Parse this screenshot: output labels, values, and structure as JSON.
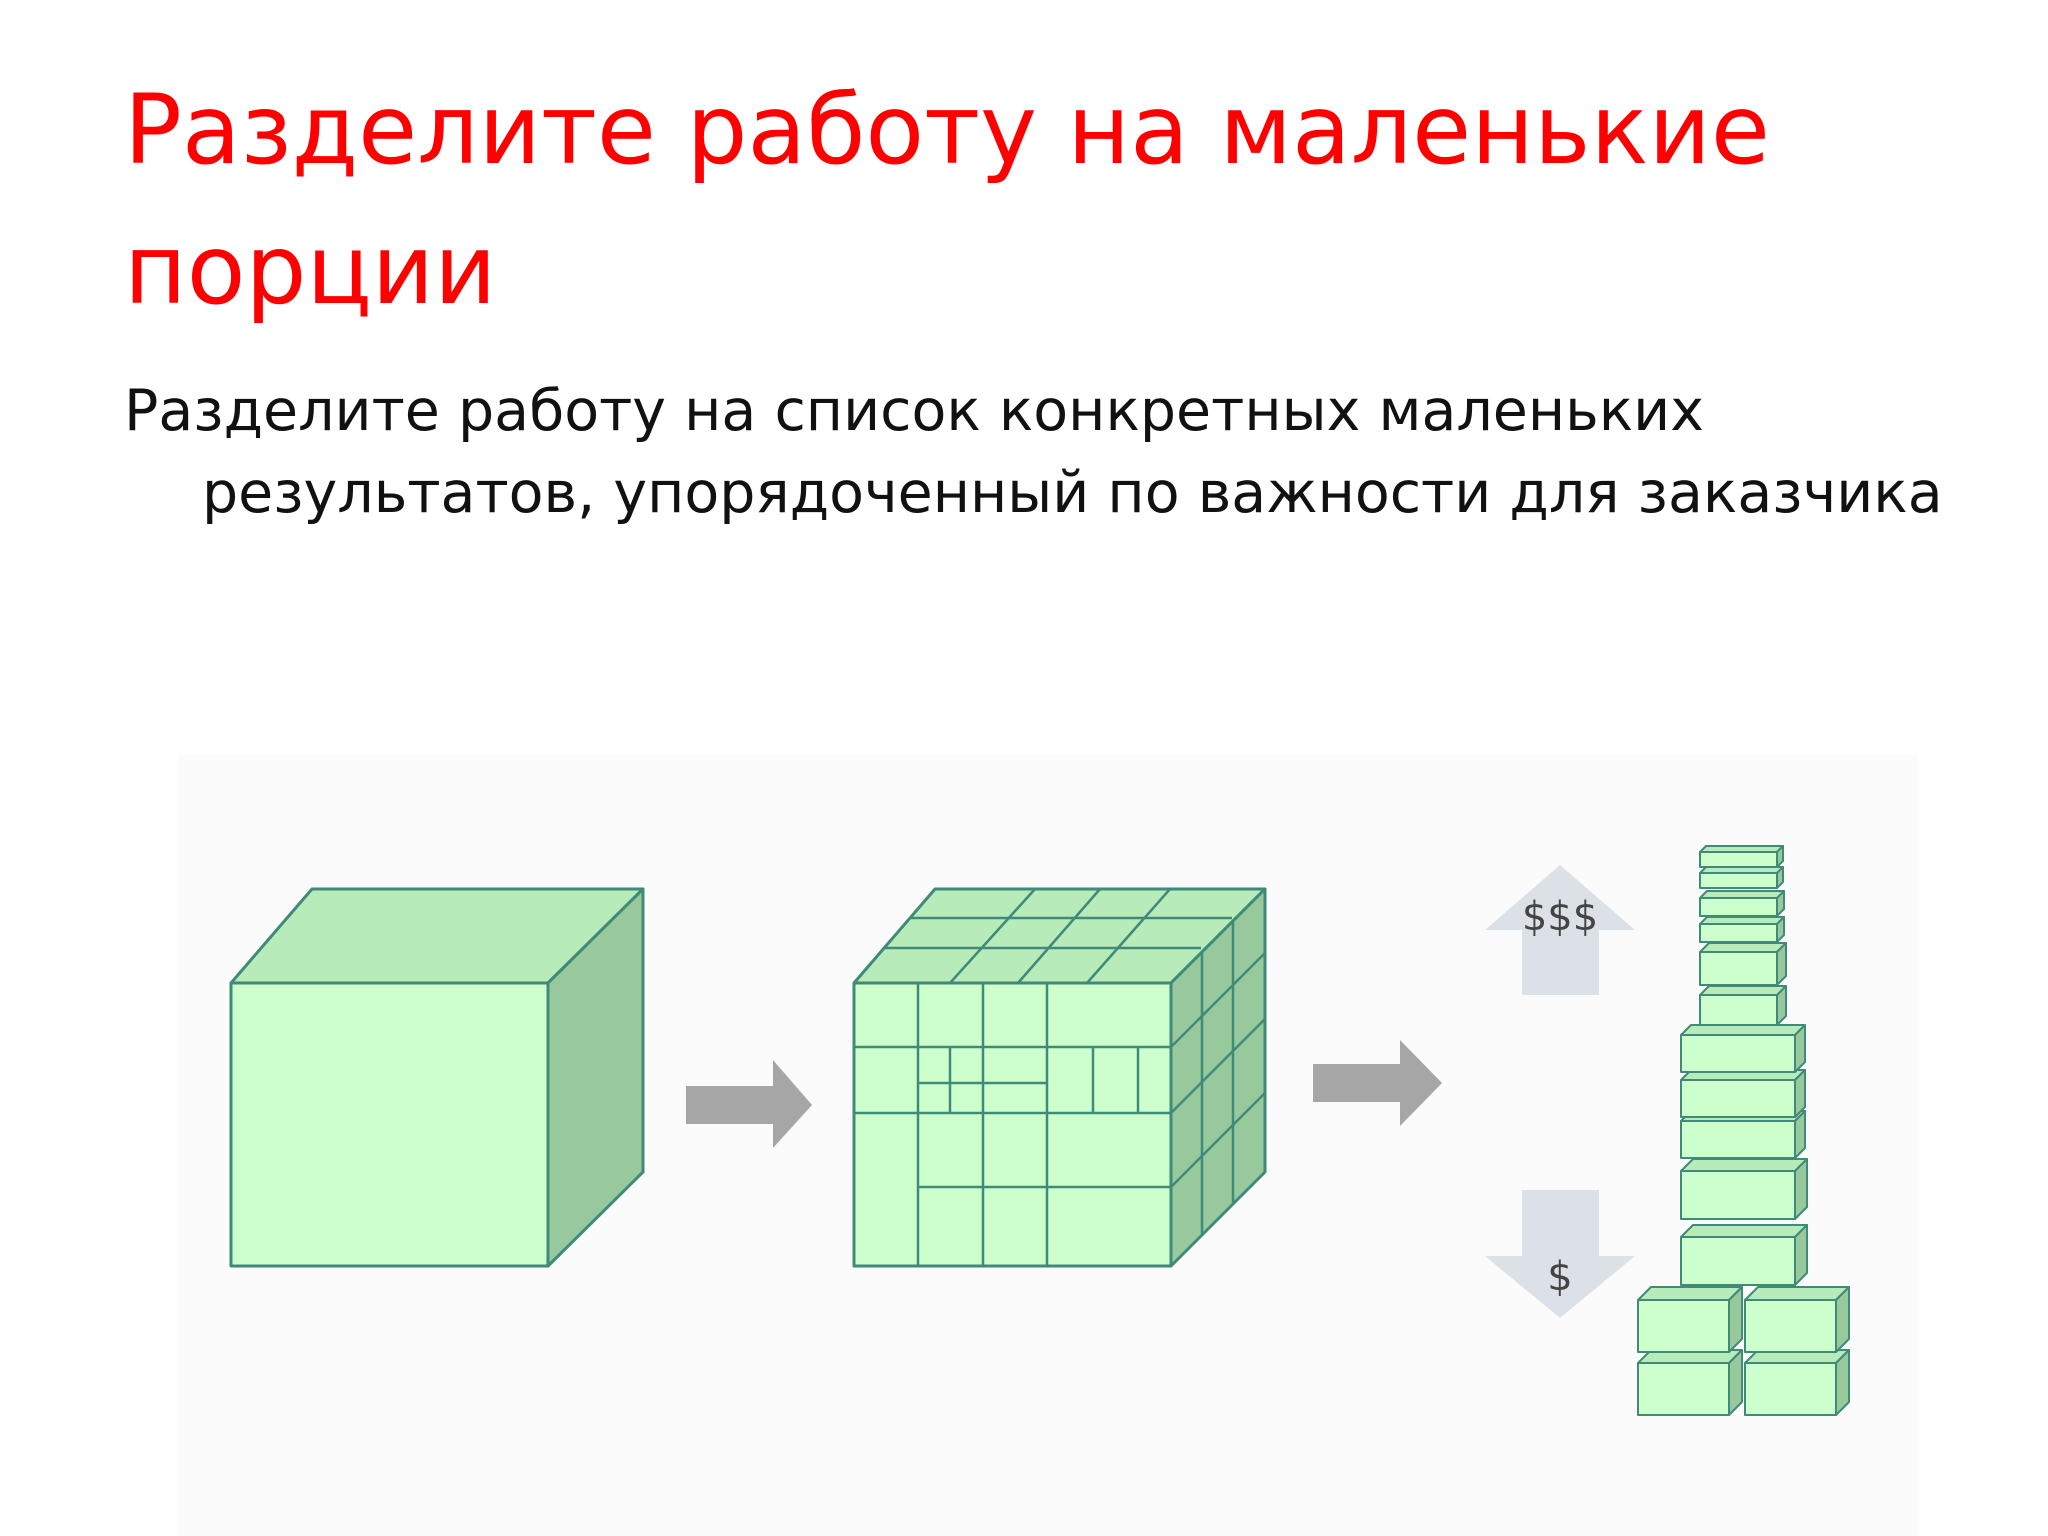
{
  "slide": {
    "title_line1": "Разделите работу на маленькие",
    "title_line2": "порции",
    "body_line1": "Разделите работу на список конкретных маленьких",
    "body_line2": "результатов, упорядоченный по важности для заказчика"
  },
  "diagram": {
    "high_value_label": "$$$",
    "low_value_label": "$",
    "icons": [
      "large-cube-icon",
      "divided-cube-icon",
      "block-stack-icon",
      "arrow-right-icon",
      "arrow-up-icon",
      "arrow-down-icon"
    ],
    "colors": {
      "block_front": "#ccffcc",
      "block_top": "#b8ebba",
      "block_side": "#97c99d",
      "block_stroke": "#3f8a78",
      "arrow_gray": "#a6a6a6",
      "value_arrow": "#dbe1e6",
      "title": "#ff0000"
    }
  }
}
